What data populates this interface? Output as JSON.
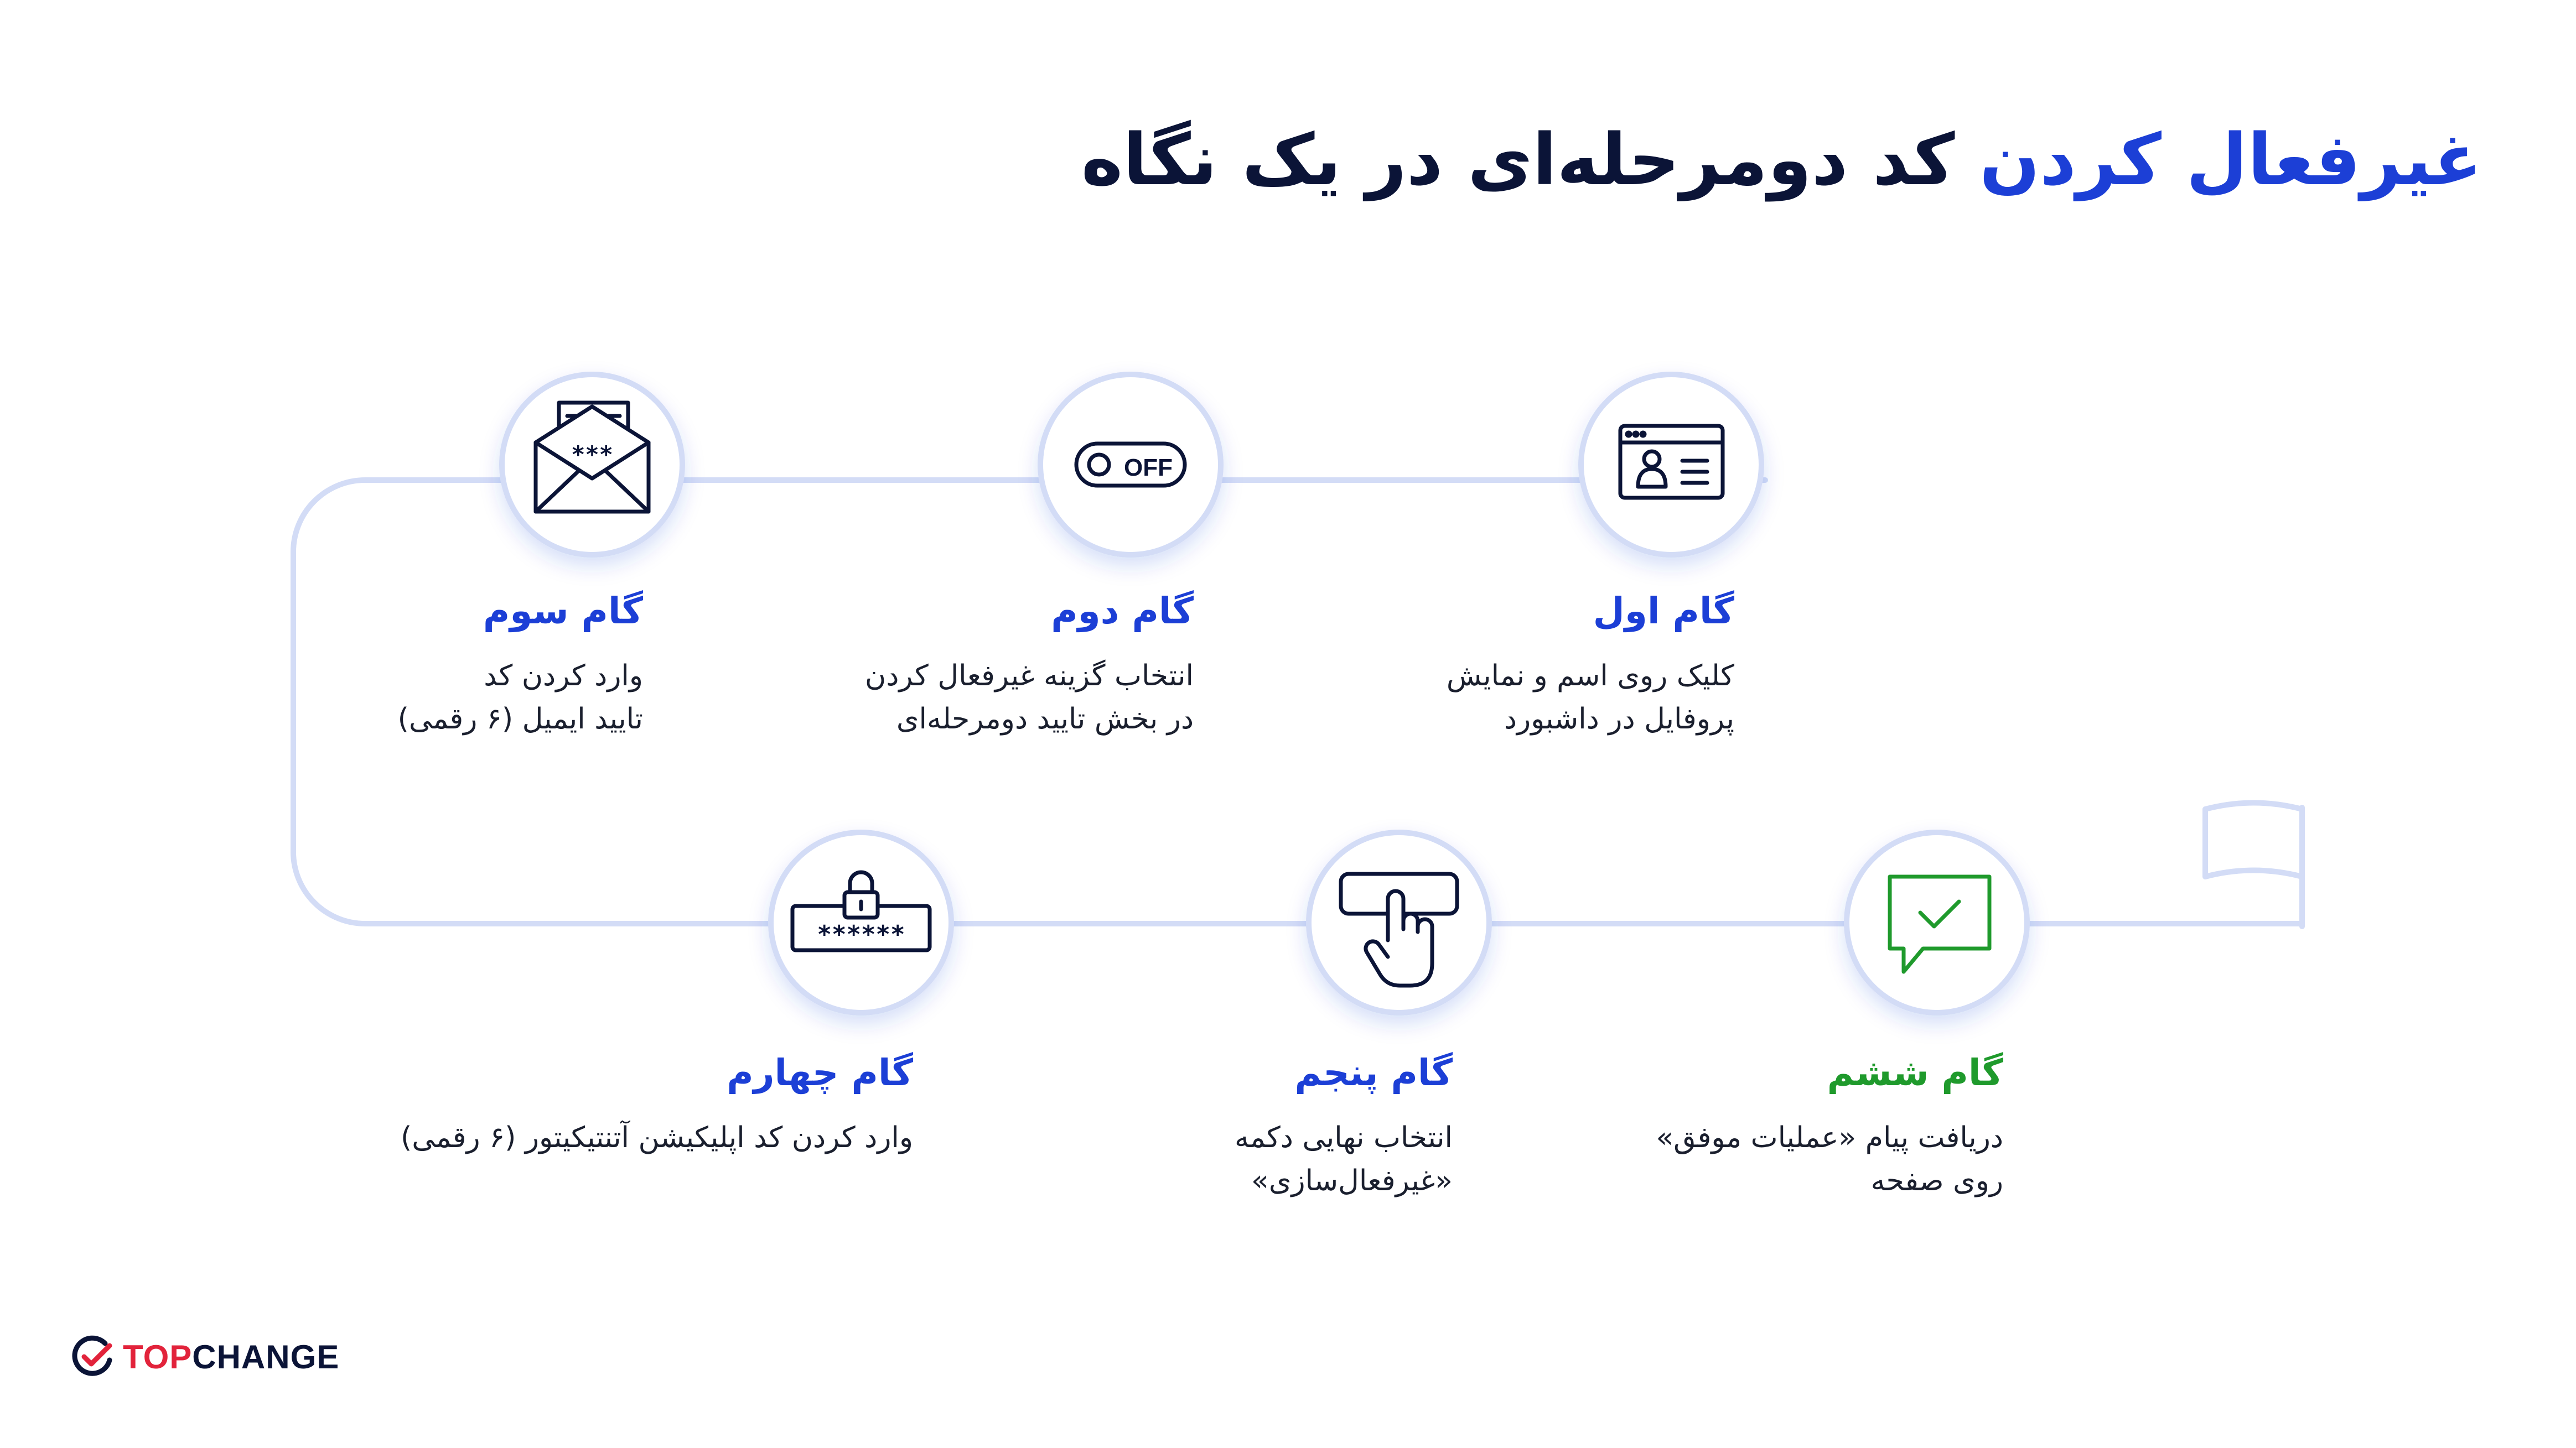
{
  "title": {
    "part_highlight": "غیرفعال کردن",
    "part_rest": "کد دومرحله‌ای در یک نگاه"
  },
  "steps": [
    {
      "heading": "گام اول",
      "line1": "کلیک روی اسم و نمایش",
      "line2": "پروفایل در داشبورد",
      "icon": "profile-window-icon"
    },
    {
      "heading": "گام دوم",
      "line1": "انتخاب گزینه غیرفعال کردن",
      "line2": "در بخش تایید دومرحله‌ای",
      "icon": "toggle-off-icon",
      "icon_text": "OFF"
    },
    {
      "heading": "گام سوم",
      "line1": "وارد کردن کد",
      "line2": "تایید ایمیل (۶ رقمی)",
      "icon": "email-code-icon",
      "icon_text": "***"
    },
    {
      "heading": "گام چهارم",
      "line1": "وارد کردن کد اپلیکیشن آتنتیکیتور (۶ رقمی)",
      "line2": "",
      "icon": "lock-password-icon",
      "icon_text": "******"
    },
    {
      "heading": "گام پنجم",
      "line1": "انتخاب نهایی دکمه",
      "line2": "«غیرفعال‌سازی»",
      "icon": "click-button-icon"
    },
    {
      "heading": "گام ششم",
      "line1": "دریافت پیام «عملیات موفق»",
      "line2": "روی صفحه",
      "icon": "success-message-icon"
    }
  ],
  "brand": {
    "name_accent": "TOP",
    "name_rest": "CHANGE"
  },
  "colors": {
    "accent": "#1c3fd6",
    "success": "#1f9a2c",
    "text": "#0b1437",
    "path": "#d3dcf6",
    "brand_red": "#e2233b"
  }
}
